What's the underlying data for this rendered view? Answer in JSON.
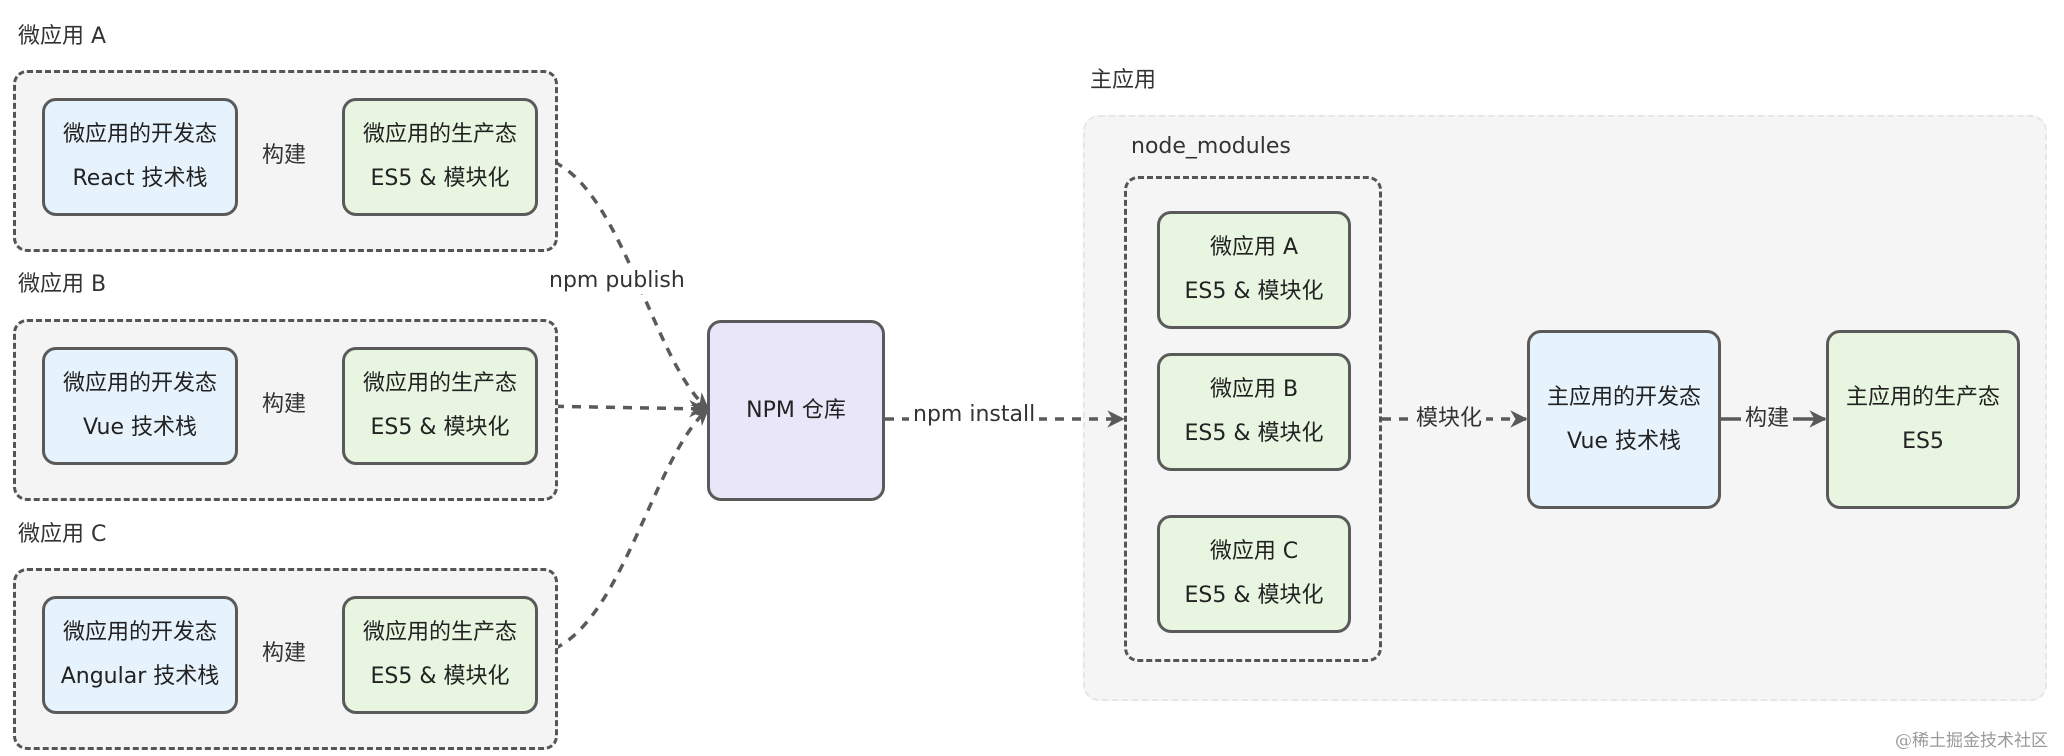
{
  "colors": {
    "dev": "#e6f3fc",
    "prod": "#e8f6e1",
    "registry": "#e8e6f8",
    "stroke": "#5a5a5a"
  },
  "micro_apps": [
    {
      "title": "微应用 A",
      "dev_line1": "微应用的开发态",
      "dev_line2": "React 技术栈",
      "build_label": "构建",
      "prod_line1": "微应用的生产态",
      "prod_line2": "ES5 & 模块化"
    },
    {
      "title": "微应用 B",
      "dev_line1": "微应用的开发态",
      "dev_line2": "Vue 技术栈",
      "build_label": "构建",
      "prod_line1": "微应用的生产态",
      "prod_line2": "ES5 & 模块化"
    },
    {
      "title": "微应用 C",
      "dev_line1": "微应用的开发态",
      "dev_line2": "Angular 技术栈",
      "build_label": "构建",
      "prod_line1": "微应用的生产态",
      "prod_line2": "ES5 & 模块化"
    }
  ],
  "publish_label": "npm publish",
  "registry": {
    "label": "NPM 仓库"
  },
  "install_label": "npm install",
  "main_app": {
    "title": "主应用",
    "node_modules": {
      "title": "node_modules",
      "packages": [
        {
          "line1": "微应用 A",
          "line2": "ES5 & 模块化"
        },
        {
          "line1": "微应用 B",
          "line2": "ES5 & 模块化"
        },
        {
          "line1": "微应用 C",
          "line2": "ES5 & 模块化"
        }
      ]
    },
    "modularize_label": "模块化",
    "dev": {
      "line1": "主应用的开发态",
      "line2": "Vue 技术栈"
    },
    "build_label": "构建",
    "prod": {
      "line1": "主应用的生产态",
      "line2": "ES5"
    }
  },
  "watermark": "@稀土掘金技术社区"
}
